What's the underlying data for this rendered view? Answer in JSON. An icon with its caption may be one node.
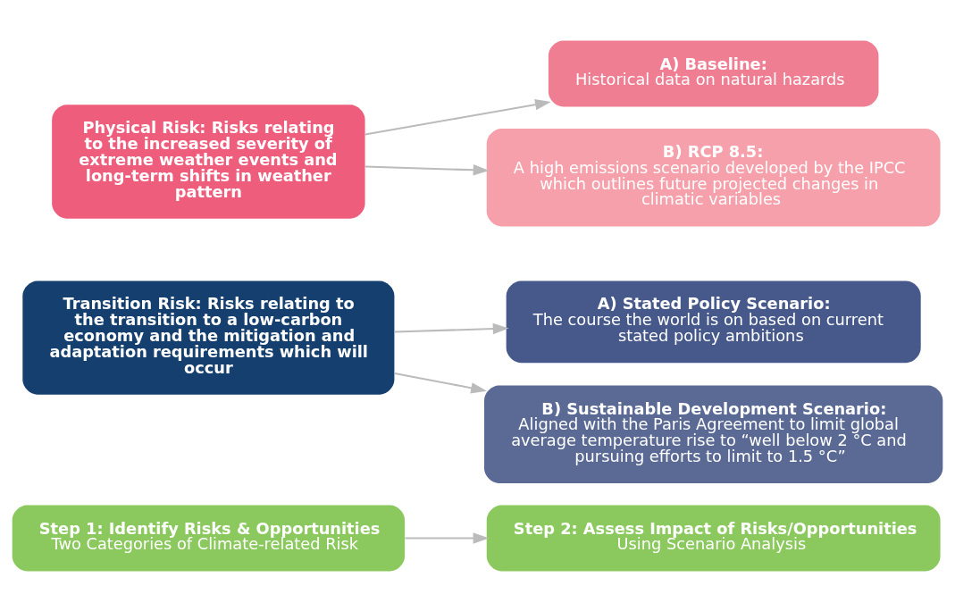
{
  "diagram": {
    "nodes": [
      {
        "text": [
          "Step 1: Identify Risks & Opportunities",
          "Two Categories of Climate-related Risk"
        ]
      },
      {
        "text": [
          "Step 2: Assess Impact of Risks/Opportunities",
          "Using Scenario Analysis"
        ]
      },
      {
        "text": [
          "Transition Risk: Risks relating to the transition to a low-carbon economy and the mitigation and adaptation requirements which will occur"
        ]
      },
      {
        "text": [
          "A) Stated Policy Scenario:",
          "The course the world is on based on current stated policy ambitions"
        ]
      },
      {
        "text": [
          "B) Sustainable Development Scenario:",
          "Aligned with the Paris Agreement to limit global average temperature rise to “well below 2 °C and pursuing efforts to limit to 1.5 °C”"
        ]
      },
      {
        "text": [
          "Physical Risk: Risks relating to the increased severity of extreme weather events and long-term shifts in weather pattern"
        ]
      },
      {
        "text": [
          "A) Baseline:",
          "Historical data on natural hazards"
        ]
      },
      {
        "text": [
          "B) RCP 8.5:",
          "A high emissions scenario developed by the IPCC which outlines future projected changes in climatic variables"
        ]
      }
    ],
    "edges": [
      {
        "from": 0,
        "to": 1,
        "arrow": "to"
      },
      {
        "from": 2,
        "to": 3,
        "arrow": "to"
      },
      {
        "from": 2,
        "to": 4,
        "arrow": "to"
      },
      {
        "from": 5,
        "to": 6,
        "arrow": "to"
      },
      {
        "from": 5,
        "to": 7,
        "arrow": "to"
      }
    ]
  }
}
